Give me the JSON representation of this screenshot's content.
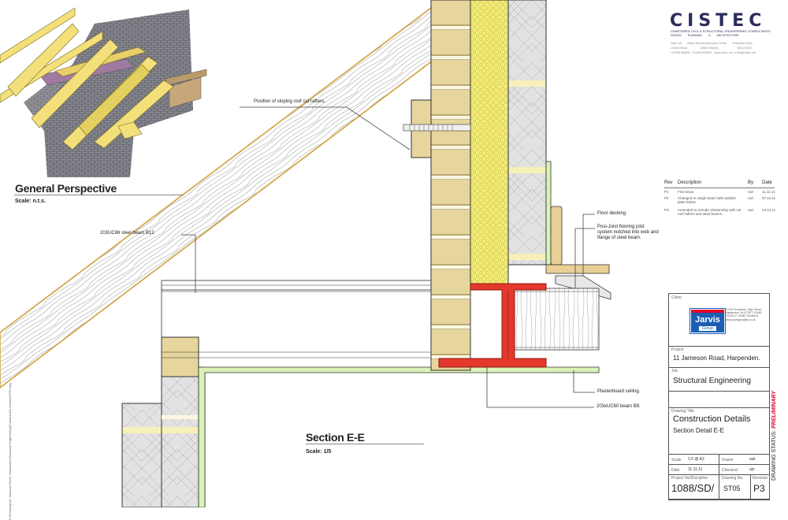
{
  "company": {
    "logo_text": "CISTEC",
    "tagline1": "CHARTERED CIVIL & STRUCTURAL ENGINEERING CONSULTANTS",
    "tagline2": "DESIGN        PLANNING        &        ARCHITECTURE",
    "address1": "Suite 1/6       Milton Keynes Business Centre       Foxhunter Drive,",
    "address2": "Linford Wood                 Milton Keynes                        MK14 6GD",
    "address3": "t 01908 688000  f 01908 690033   www.cistec.net  e info@cistec.net"
  },
  "perspective": {
    "title": "General Perspective",
    "scale": "Scale: n.t.s."
  },
  "section": {
    "title": "Section E-E",
    "scale": "Scale: 1/5"
  },
  "annotations": {
    "rafters": "Position of sloping roof cut rafters.",
    "beam_b12": "203UC86 steel beam B12",
    "floor_decking": "Floor decking.",
    "posi_joist": "Posi-Joist flooring joist system notched into web and flange of steel beam.",
    "plasterboard": "Plasterboard ceiling.",
    "beam_b9": "203xUC60 beam B9."
  },
  "revisions": {
    "headers": [
      "Rev",
      "Description",
      "By",
      "Date"
    ],
    "rows": [
      {
        "rev": "P1",
        "desc": "First issue.",
        "by": "cwt",
        "date": "11.11.11"
      },
      {
        "rev": "P2",
        "desc": "Changed to single beam with welded plate below.",
        "by": "cwt",
        "date": "07.12.11"
      },
      {
        "rev": "P3",
        "desc": "Amended to include relationship with cut roof rafters and steel beams.",
        "by": "cwt",
        "date": "13.12.11"
      }
    ]
  },
  "title_block": {
    "client_label": "Client",
    "client_logo": "Jarvis",
    "client_logo_sub": "Group",
    "client_address": "3 The Fervamere, High Street, Harpenden, AL5 2TB T. 01582 761251 F. 01582 764406 w. www.jarvisgroupltd.co.uk",
    "project_label": "Project",
    "project": "11 Jameson Road, Harpenden.",
    "job_label": "Job",
    "job": "Structural Engineering",
    "drawing_title_label": "Drawing Title",
    "drawing_title": "Construction Details",
    "drawing_subtitle": "Section Detail E-E",
    "scale_label": "Scale",
    "scale_value": "1:5 @ A3",
    "drawn_label": "Drawn",
    "drawn_value": "swt",
    "date_label": "Date",
    "date_value": "11.11.11",
    "checked_label": "Checked",
    "checked_value": "ajo",
    "project_no_label": "Project No/Discipline",
    "project_no": "1088/SD/",
    "drawing_no_label": "Drawing No.",
    "drawing_no": "ST05",
    "revision_label": "Revision",
    "revision": "P3",
    "status_label": "DRAWING STATUS:",
    "status_value": "PRELIMINARY"
  },
  "colors": {
    "brick": "#e6d59c",
    "insulation": "#f3ec76",
    "block": "#e2e2e2",
    "steel": "#e4382c",
    "plaster": "#d9f2b8",
    "timber": "#e8cf95",
    "rafter": "#e9c569",
    "accent": "#e4002b"
  },
  "margin_note": "K:\\Drawings\\11 Jameson Road, Harpenden\\Structural Engineering\\Construction Details\\ST05.dwg"
}
